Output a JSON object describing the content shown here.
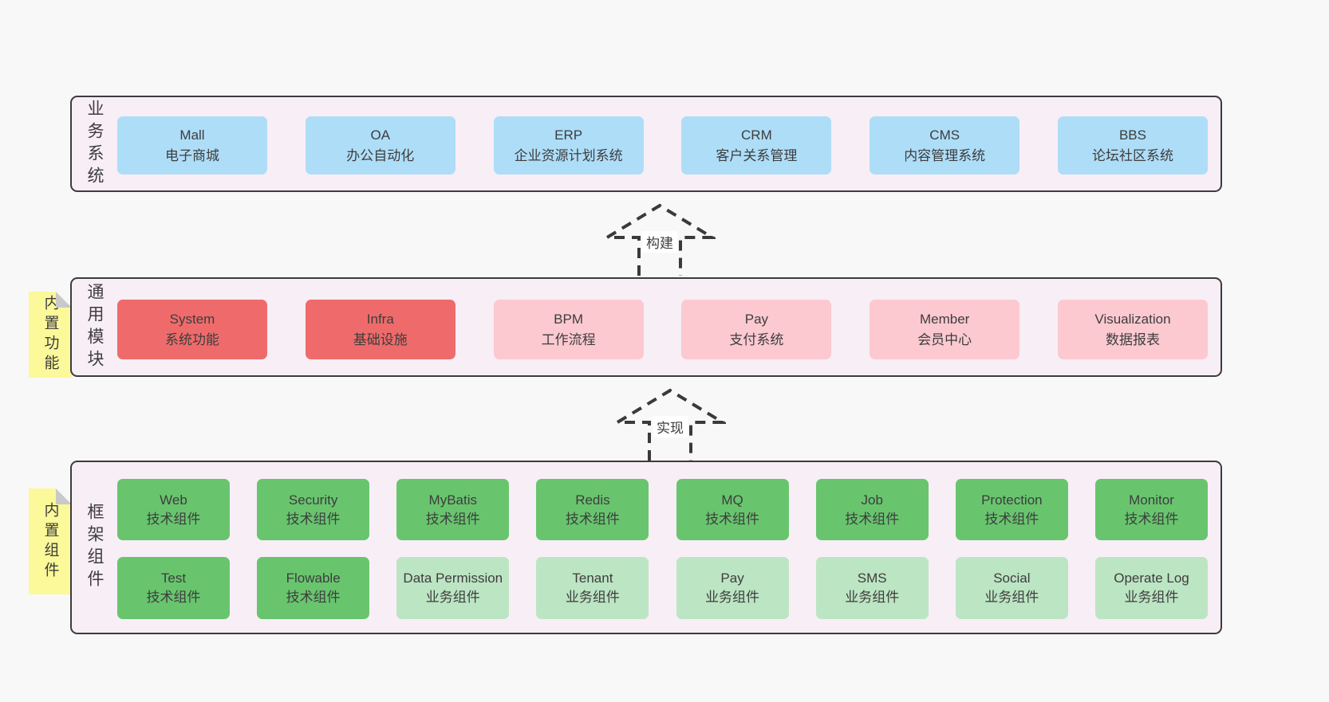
{
  "palette": {
    "background": "#f8f8f8",
    "container_fill": "#f8eef6",
    "container_border": "#3c3c3c",
    "blue": "#aeddf8",
    "red": "#ef6b6b",
    "pink": "#fcc9d1",
    "green_dark": "#68c56e",
    "green_light": "#bce5c3",
    "sticky_yellow": "#fbf999",
    "sticky_fold": "#c9c9c9",
    "text": "#3d3d3d"
  },
  "layers": {
    "business": {
      "side_label": "业务系统",
      "boxes": [
        {
          "title": "Mall",
          "subtitle": "电子商城",
          "color": "blue"
        },
        {
          "title": "OA",
          "subtitle": "办公自动化",
          "color": "blue"
        },
        {
          "title": "ERP",
          "subtitle": "企业资源计划系统",
          "color": "blue"
        },
        {
          "title": "CRM",
          "subtitle": "客户关系管理",
          "color": "blue"
        },
        {
          "title": "CMS",
          "subtitle": "内容管理系统",
          "color": "blue"
        },
        {
          "title": "BBS",
          "subtitle": "论坛社区系统",
          "color": "blue"
        }
      ]
    },
    "modules": {
      "side_label": "通用模块",
      "sticky_label": "内置功能",
      "boxes": [
        {
          "title": "System",
          "subtitle": "系统功能",
          "color": "red"
        },
        {
          "title": "Infra",
          "subtitle": "基础设施",
          "color": "red"
        },
        {
          "title": "BPM",
          "subtitle": "工作流程",
          "color": "pink"
        },
        {
          "title": "Pay",
          "subtitle": "支付系统",
          "color": "pink"
        },
        {
          "title": "Member",
          "subtitle": "会员中心",
          "color": "pink"
        },
        {
          "title": "Visualization",
          "subtitle": "数据报表",
          "color": "pink"
        }
      ]
    },
    "components": {
      "side_label": "框架组件",
      "sticky_label": "内置组件",
      "row1": [
        {
          "title": "Web",
          "subtitle": "技术组件",
          "color": "green_dark"
        },
        {
          "title": "Security",
          "subtitle": "技术组件",
          "color": "green_dark"
        },
        {
          "title": "MyBatis",
          "subtitle": "技术组件",
          "color": "green_dark"
        },
        {
          "title": "Redis",
          "subtitle": "技术组件",
          "color": "green_dark"
        },
        {
          "title": "MQ",
          "subtitle": "技术组件",
          "color": "green_dark"
        },
        {
          "title": "Job",
          "subtitle": "技术组件",
          "color": "green_dark"
        },
        {
          "title": "Protection",
          "subtitle": "技术组件",
          "color": "green_dark"
        },
        {
          "title": "Monitor",
          "subtitle": "技术组件",
          "color": "green_dark"
        }
      ],
      "row2": [
        {
          "title": "Test",
          "subtitle": "技术组件",
          "color": "green_dark"
        },
        {
          "title": "Flowable",
          "subtitle": "技术组件",
          "color": "green_dark"
        },
        {
          "title": "Data Permission",
          "subtitle": "业务组件",
          "color": "green_light"
        },
        {
          "title": "Tenant",
          "subtitle": "业务组件",
          "color": "green_light"
        },
        {
          "title": "Pay",
          "subtitle": "业务组件",
          "color": "green_light"
        },
        {
          "title": "SMS",
          "subtitle": "业务组件",
          "color": "green_light"
        },
        {
          "title": "Social",
          "subtitle": "业务组件",
          "color": "green_light"
        },
        {
          "title": "Operate Log",
          "subtitle": "业务组件",
          "color": "green_light"
        }
      ]
    }
  },
  "arrows": {
    "build": {
      "label": "构建"
    },
    "implement": {
      "label": "实现"
    }
  }
}
